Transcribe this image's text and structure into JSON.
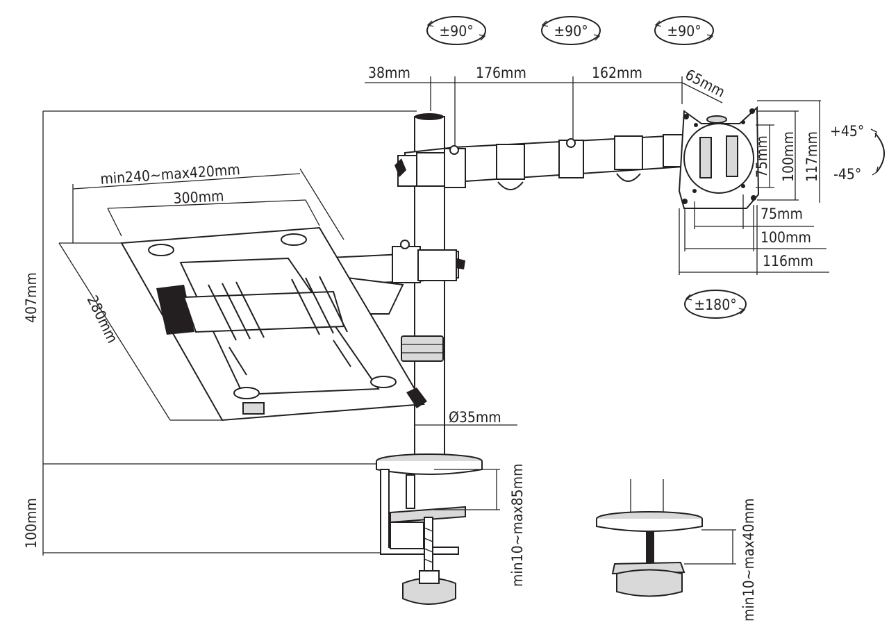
{
  "rotations": {
    "arm_1": "±90°",
    "arm_2": "±90°",
    "arm_3": "±90°",
    "vesa_rotate": "±180°",
    "tilt_up": "+45°",
    "tilt_down": "-45°"
  },
  "arm_dimensions": {
    "pole_to_first_joint": "38mm",
    "first_arm": "176mm",
    "second_arm": "162mm",
    "head_offset": "65mm"
  },
  "vesa_dimensions": {
    "v75": "75mm",
    "v100": "100mm",
    "v117": "117mm",
    "h75": "75mm",
    "h100": "100mm",
    "h116": "116mm"
  },
  "tray_dimensions": {
    "width_range": "min240~max420mm",
    "width": "300mm",
    "depth": "280mm"
  },
  "pole": {
    "diameter": "Ø35mm",
    "height": "407mm",
    "clamp_height": "100mm"
  },
  "mounting": {
    "clamp_range": "min10~max85mm",
    "grommet_range": "min10~max40mm"
  }
}
